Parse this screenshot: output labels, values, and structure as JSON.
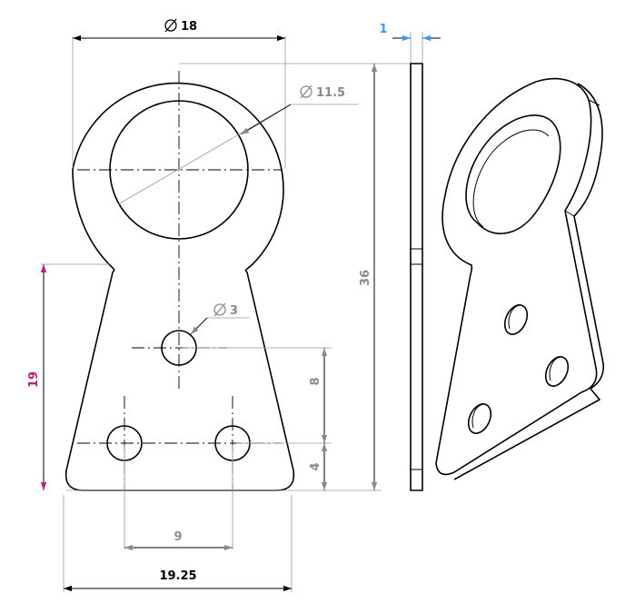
{
  "title": "",
  "colors": {
    "line": "#000000",
    "extension": "#9a9a9a",
    "grey_dims": "#8a8a8a",
    "accent_blue": "#3b9be8",
    "accent_magenta": "#b0247a"
  },
  "dimensions": {
    "outer_diameter": "18",
    "hole_diameter": "11.5",
    "small_hole_diameter": "3",
    "thickness": "1",
    "total_height": "36",
    "lower_height": "19",
    "hole_spacing_vertical": "8",
    "bottom_offset": "4",
    "hole_spacing_horizontal": "9",
    "bottom_width": "19.25"
  },
  "icons": {
    "diameter_symbol": "diameter-icon"
  }
}
